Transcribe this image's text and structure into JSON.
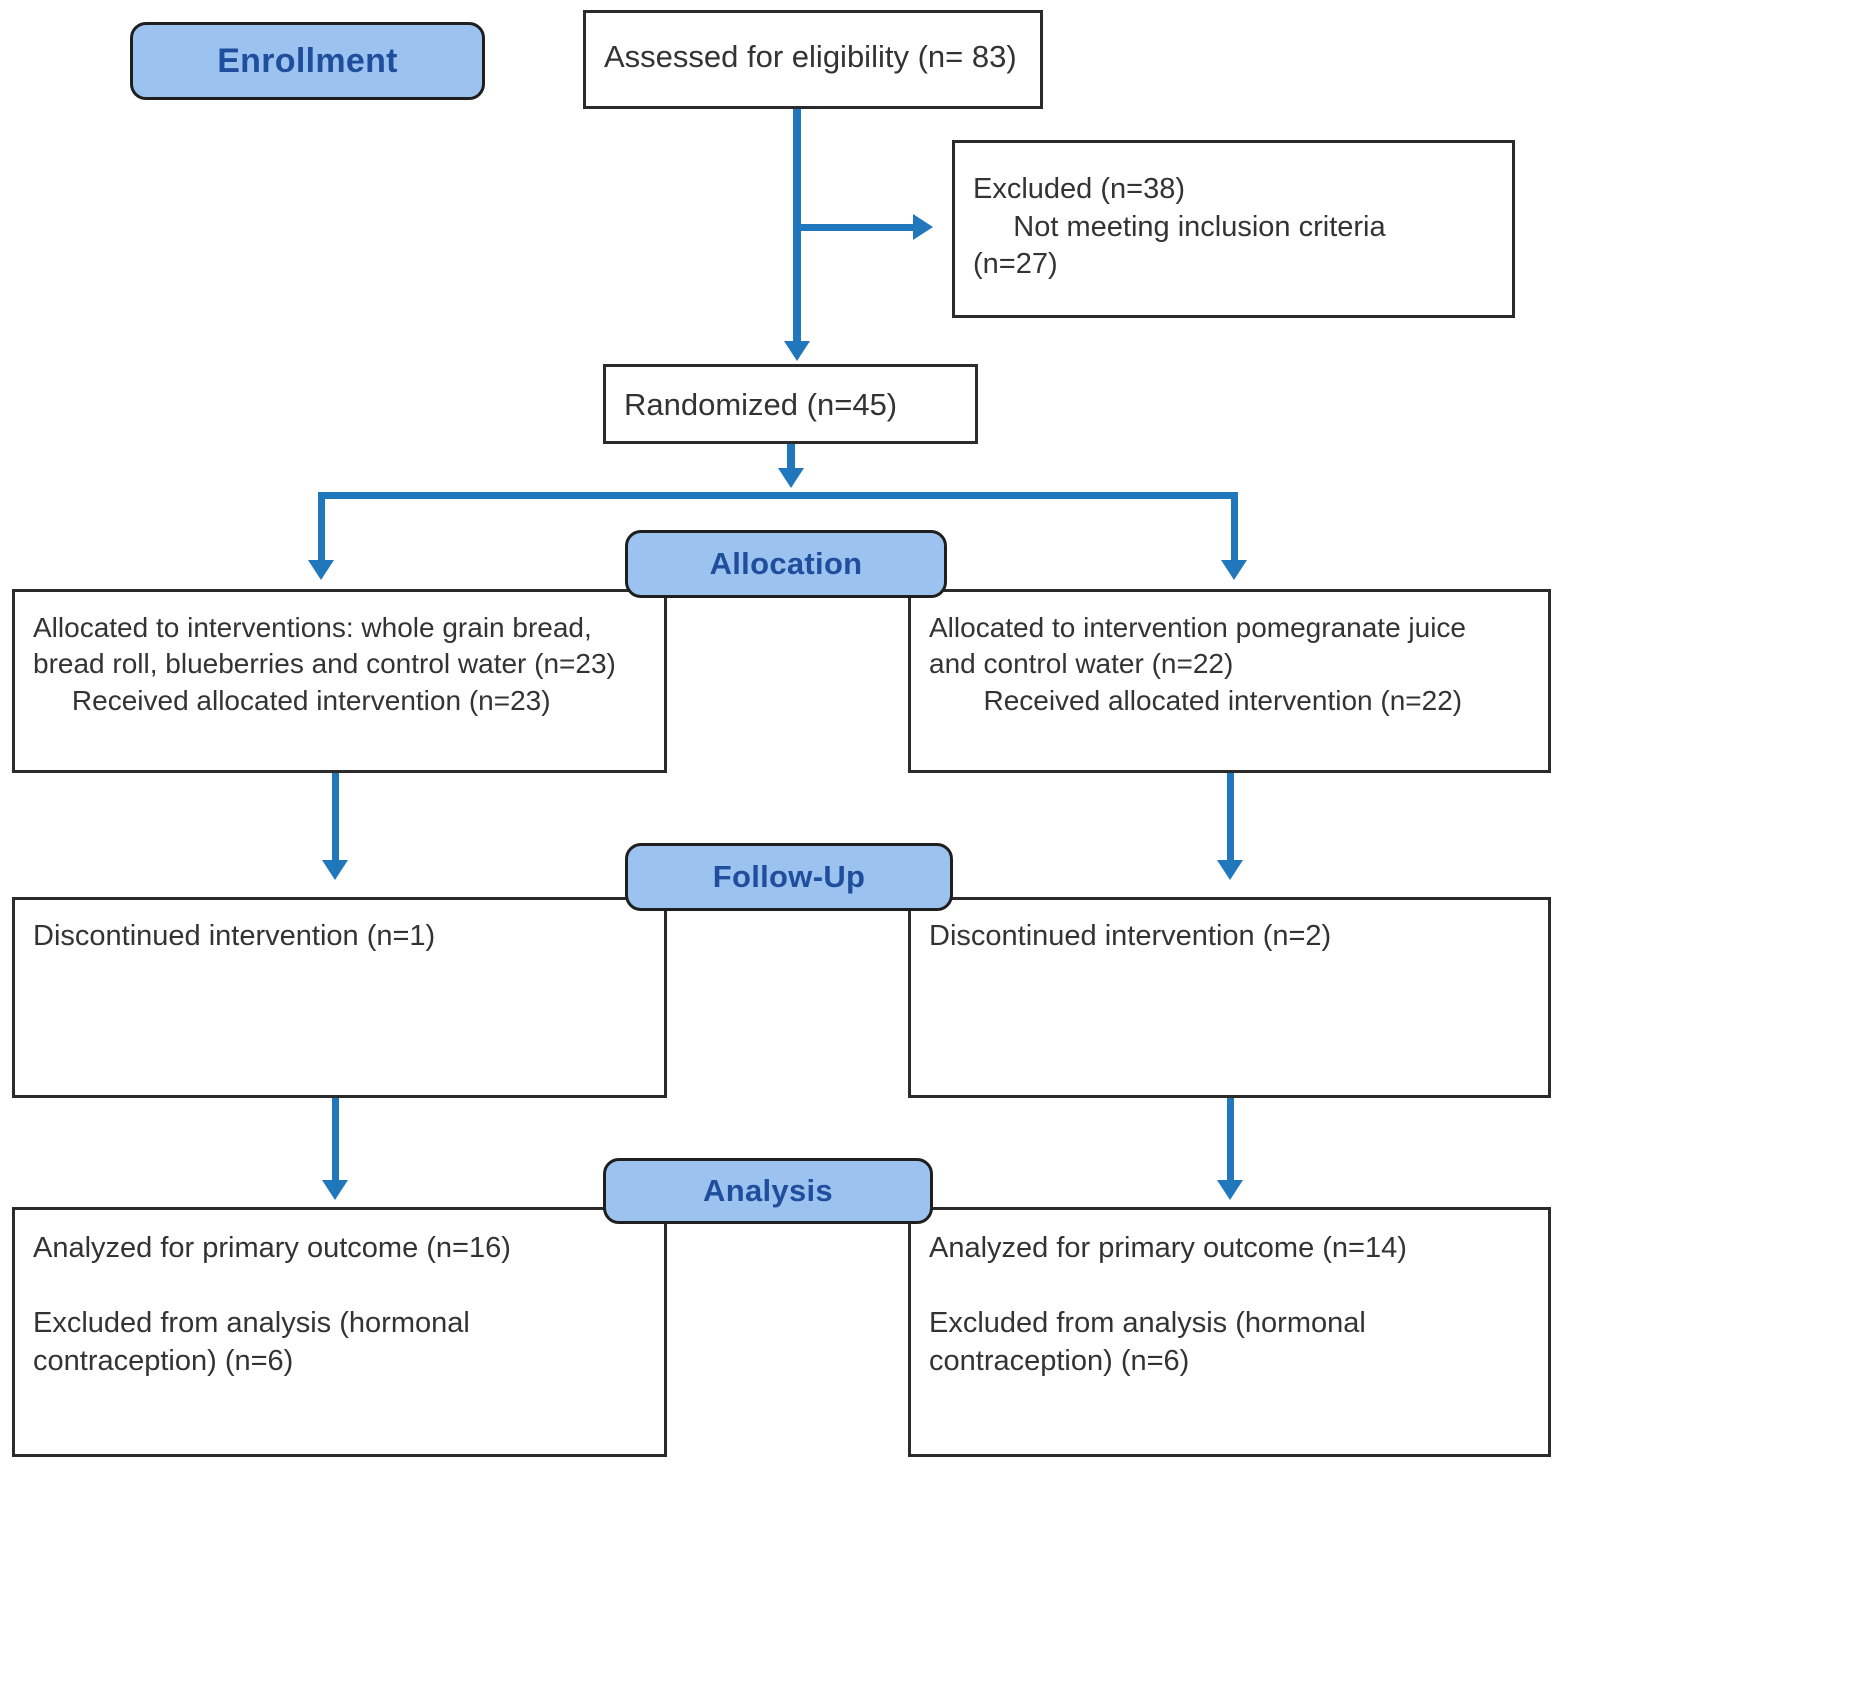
{
  "diagram": {
    "title": "CONSORT participant flow diagram",
    "accent_blue": "#2077BC",
    "stage_fill": "#9CC3F0",
    "stage_text_color": "#1F4E9C",
    "box_border_color": "#2b2b2b"
  },
  "stages": {
    "enrollment": "Enrollment",
    "allocation": "Allocation",
    "followup": "Follow-Up",
    "analysis": "Analysis"
  },
  "boxes": {
    "assessed": "Assessed for eligibility (n= 83)",
    "excluded": "Excluded (n=38)\n     Not meeting inclusion criteria\n(n=27)",
    "randomized": "Randomized (n=45)",
    "alloc_left": "Allocated to interventions: whole grain bread,\nbread roll, blueberries and control water (n=23)\n     Received allocated intervention (n=23)",
    "alloc_right": "Allocated to intervention pomegranate juice\nand control water (n=22)\n       Received allocated intervention (n=22)",
    "followup_left": "Discontinued intervention (n=1)",
    "followup_right": "Discontinued intervention (n=2)",
    "analysis_left": "Analyzed for primary outcome (n=16)\n\nExcluded from analysis (hormonal\ncontraception) (n=6)",
    "analysis_right": "Analyzed for primary outcome (n=14)\n\nExcluded from analysis (hormonal\ncontraception) (n=6)"
  }
}
